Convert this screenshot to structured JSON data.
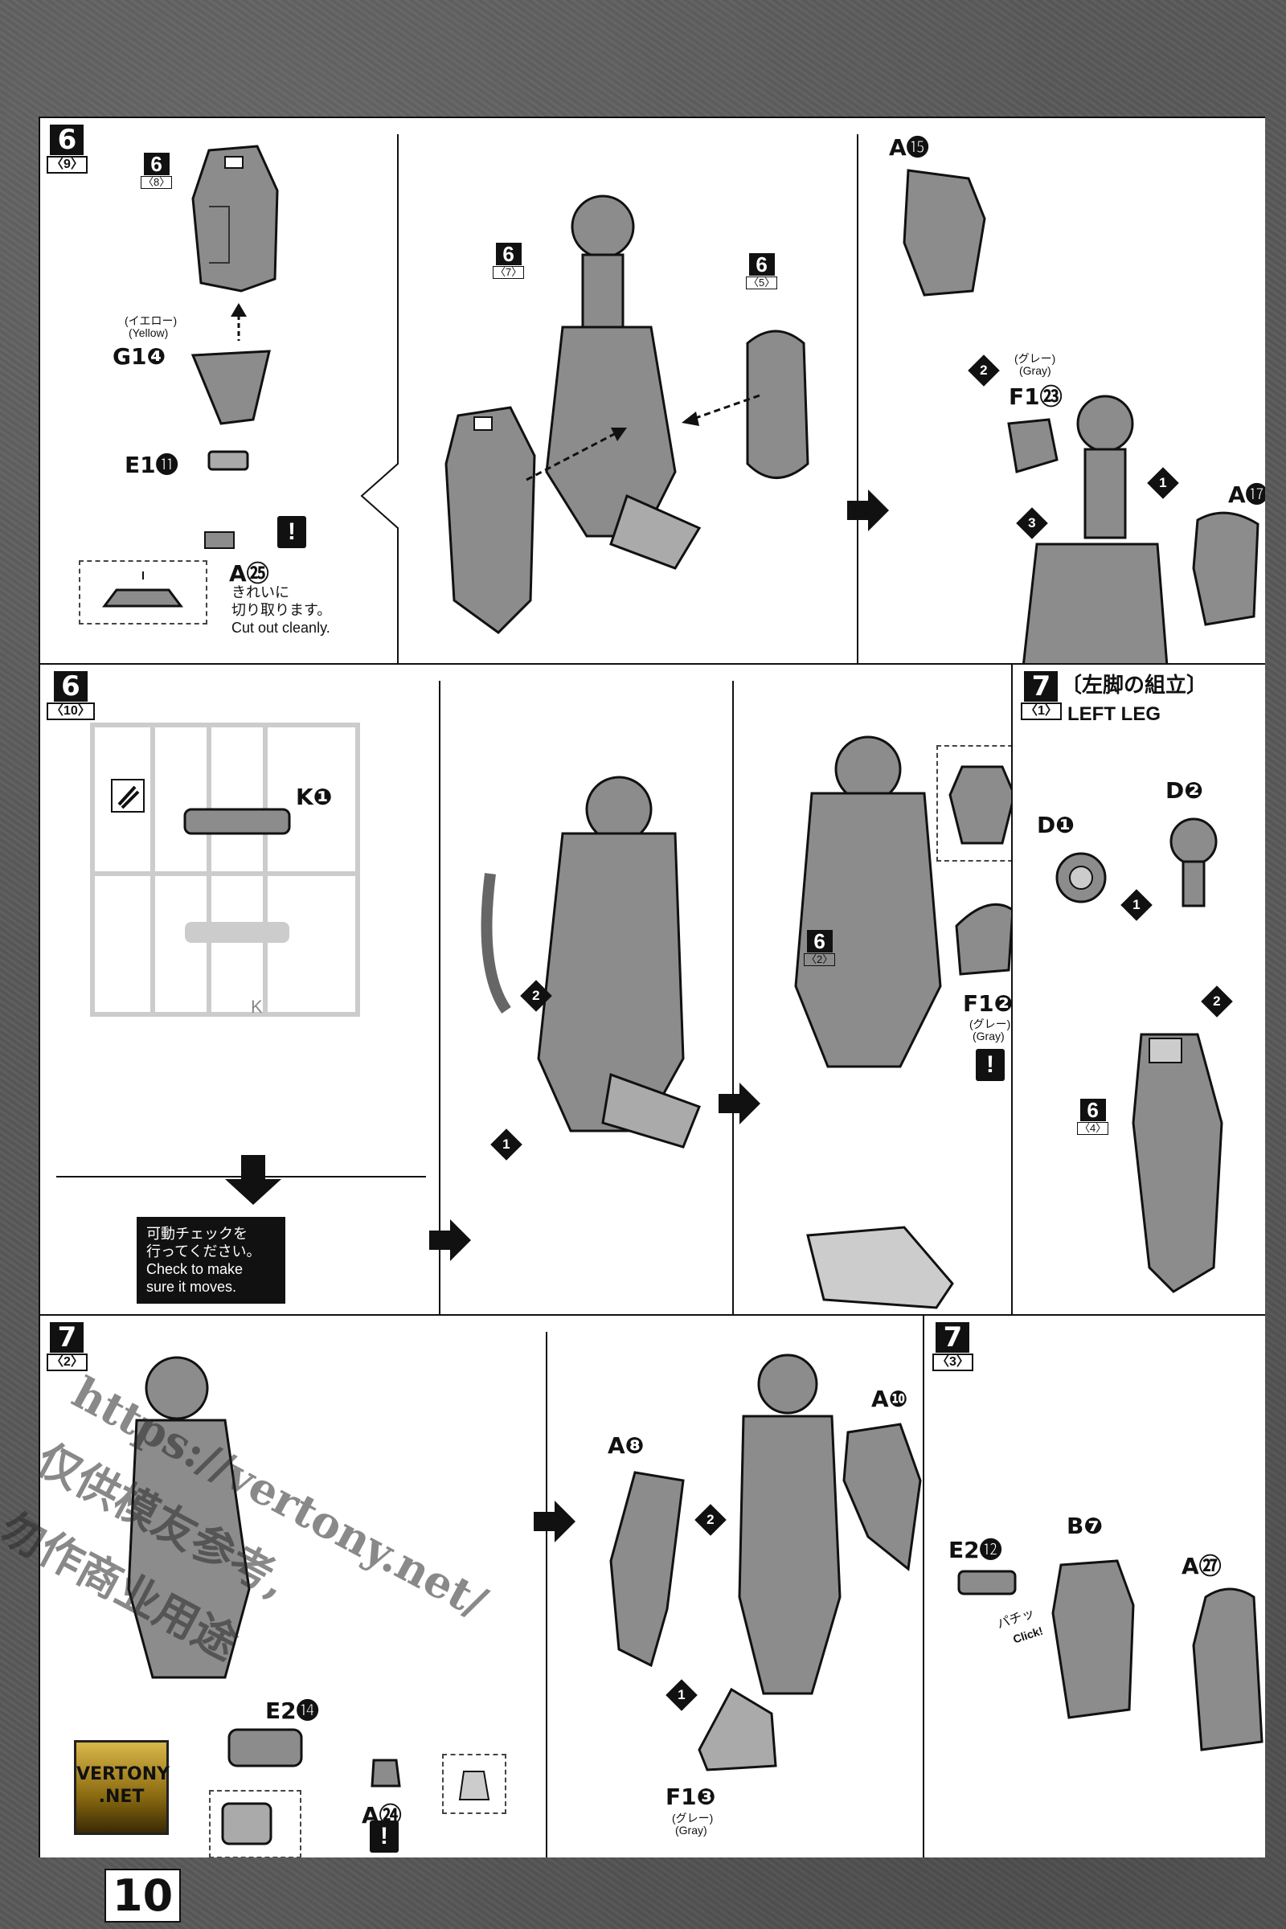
{
  "page": {
    "number": "10"
  },
  "steps": {
    "s6_9": {
      "num": "6",
      "sub": "〈9〉"
    },
    "s6_8": {
      "num": "6",
      "sub": "〈8〉"
    },
    "s6_7": {
      "num": "6",
      "sub": "〈7〉"
    },
    "s6_5": {
      "num": "6",
      "sub": "〈5〉"
    },
    "s6_10": {
      "num": "6",
      "sub": "〈10〉"
    },
    "s6_2": {
      "num": "6",
      "sub": "〈2〉"
    },
    "s7_1": {
      "num": "7",
      "sub": "〈1〉"
    },
    "s6_4": {
      "num": "6",
      "sub": "〈4〉"
    },
    "s7_2": {
      "num": "7",
      "sub": "〈2〉"
    },
    "s7_3": {
      "num": "7",
      "sub": "〈3〉"
    }
  },
  "panel1": {
    "yellow_jp": "(イエロー)",
    "yellow_en": "(Yellow)",
    "g1": "G1",
    "g1_num": "❹",
    "e1": "E1",
    "e1_num": "⓫",
    "a25": "A",
    "a25_num": "㉕",
    "cut_jp1": "きれいに",
    "cut_jp2": "切り取ります。",
    "cut_en": "Cut out cleanly."
  },
  "panel3": {
    "a15": "A",
    "a15_num": "⓯",
    "gray_jp": "(グレー)",
    "gray_en": "(Gray)",
    "f1": "F1",
    "f1_num": "㉓",
    "a17": "A",
    "a17_num": "⓱",
    "b1": "1",
    "b2": "2",
    "b3": "3"
  },
  "panel4": {
    "k1": "K",
    "k1_num": "❶",
    "check_jp1": "可動チェックを",
    "check_jp2": "行ってください。",
    "check_en1": "Check to make",
    "check_en2": "sure it moves.",
    "runner_letter": "K"
  },
  "panel5": {
    "b1": "1",
    "b2": "2"
  },
  "panel6": {
    "f1": "F1",
    "f1_num": "❷",
    "gray_jp": "(グレー)",
    "gray_en": "(Gray)"
  },
  "panel7": {
    "title_jp": "〔左脚の組立〕",
    "title_en": "LEFT LEG",
    "d1": "D",
    "d1_num": "❶",
    "d2": "D",
    "d2_num": "❷",
    "b1": "1",
    "b2": "2"
  },
  "panel8": {
    "e2": "E2",
    "e2_num": "⓮",
    "a24": "A",
    "a24_num": "㉔"
  },
  "panel9": {
    "a8": "A",
    "a8_num": "❽",
    "a10": "A",
    "a10_num": "❿",
    "f1": "F1",
    "f1_num": "❸",
    "gray_jp": "(グレー)",
    "gray_en": "(Gray)",
    "b1": "1",
    "b2": "2"
  },
  "panel10": {
    "e2": "E2",
    "e2_num": "⓬",
    "b7": "B",
    "b7_num": "❼",
    "a27": "A",
    "a27_num": "㉗",
    "click_jp": "パチッ",
    "click_en": "Click!"
  },
  "common": {
    "warn": "!"
  },
  "watermark": {
    "line1": "https://vertony.net/",
    "line2": "仅供模友参考,",
    "line3": "勿作商业用途"
  },
  "logo": {
    "line1": "VERTONY",
    "line2": ".NET"
  }
}
